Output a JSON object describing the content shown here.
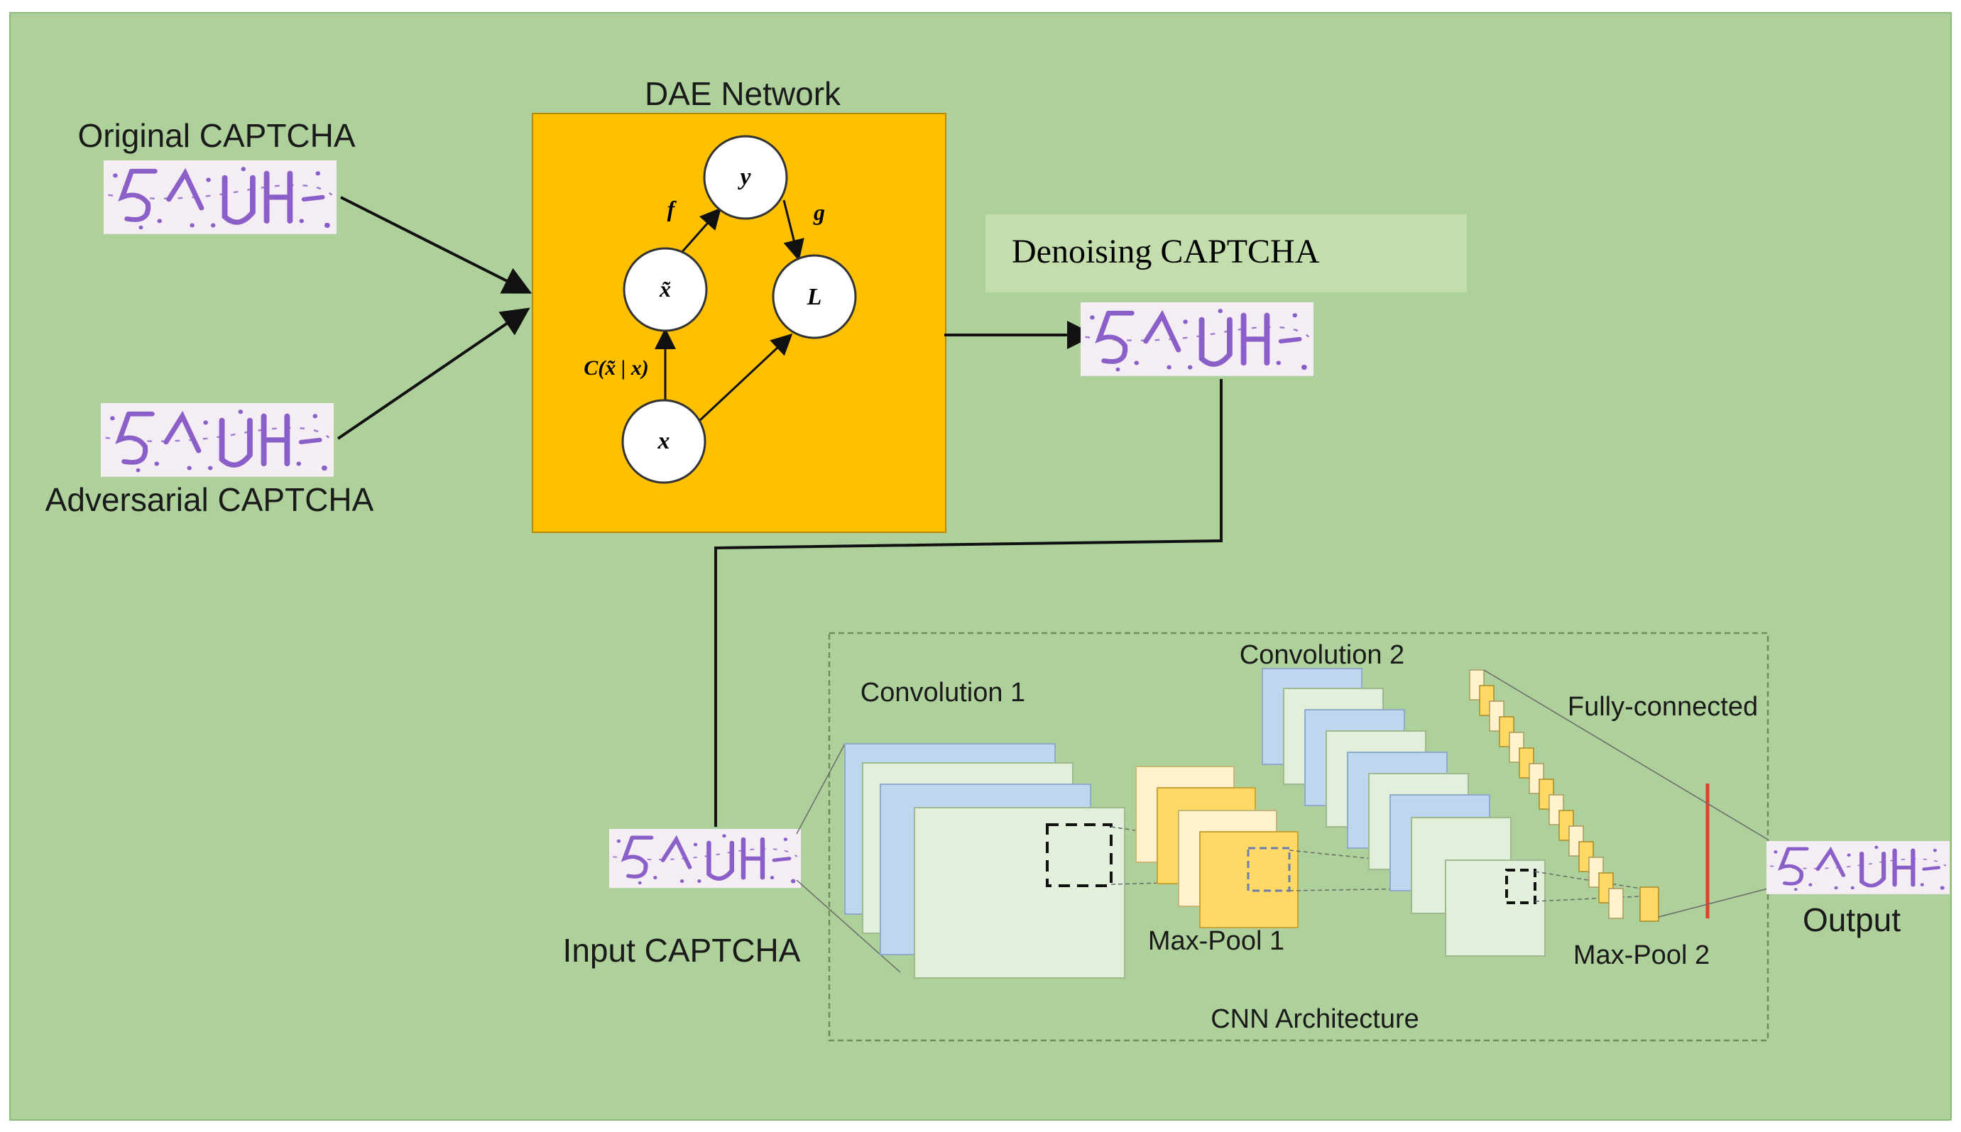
{
  "title": "DAE Network",
  "labels": {
    "original": "Original CAPTCHA",
    "adversarial": "Adversarial CAPTCHA",
    "denoising": "Denoising CAPTCHA",
    "input": "Input CAPTCHA",
    "output": "Output"
  },
  "dae": {
    "nodes": {
      "y": "y",
      "x_tilde": "x̃",
      "L": "L",
      "x": "x"
    },
    "edges": {
      "f": "f",
      "g": "g",
      "c": "C(x̃ | x)"
    }
  },
  "cnn": {
    "title": "CNN Architecture",
    "conv1": "Convolution 1",
    "conv2": "Convolution 2",
    "maxpool1": "Max-Pool 1",
    "maxpool2": "Max-Pool 2",
    "fc": "Fully-connected"
  },
  "captcha_text": "5 ^ UH -",
  "colors": {
    "background": "#aed09a",
    "dae_box": "#ffc000",
    "denoise_box": "#c3deac",
    "captcha_ink": "#8a5fc8",
    "captcha_bg": "#f4eef4",
    "fc_red": "#d9442b"
  }
}
